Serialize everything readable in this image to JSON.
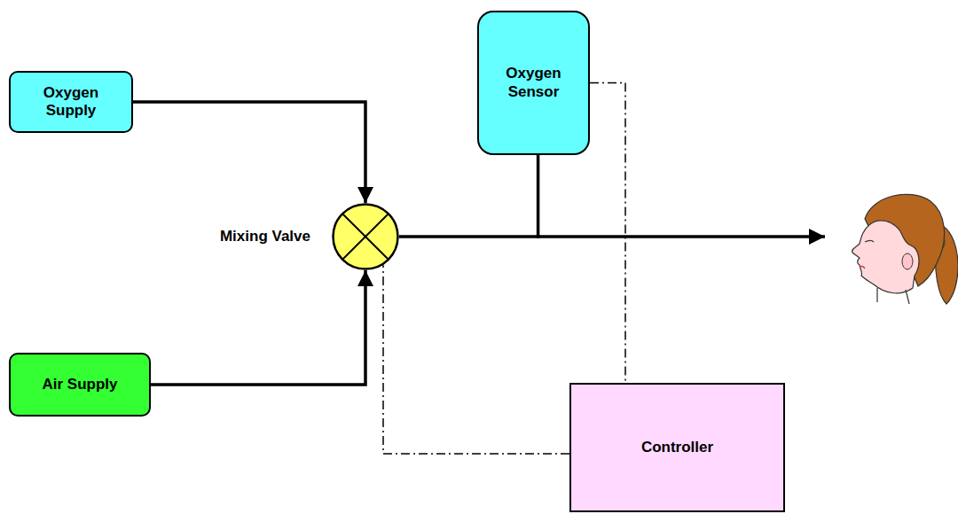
{
  "diagram": {
    "nodes": [
      {
        "text": [
          "Oxygen Supply"
        ]
      },
      {
        "text": [
          "Oxygen Sensor"
        ]
      },
      {
        "text": [
          "Mixing Valve"
        ]
      },
      {
        "text": [
          "Air Supply"
        ]
      },
      {
        "text": [
          "Controller"
        ]
      }
    ],
    "edges": [
      {
        "from": 0,
        "to": 2,
        "arrow": "to"
      },
      {
        "from": 3,
        "to": 2,
        "arrow": "to"
      },
      {
        "from": 2,
        "to": 1,
        "arrow": "none"
      },
      {
        "from": 1,
        "to": 4,
        "arrow": "none"
      },
      {
        "from": 4,
        "to": 2,
        "arrow": "none"
      }
    ]
  }
}
